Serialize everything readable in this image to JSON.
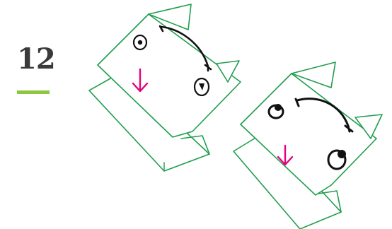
{
  "step": {
    "number": "12"
  },
  "colors": {
    "underline": "#8dc63f",
    "paper_outline": "#1f9e4d",
    "face_ink": "#111111",
    "arrow": "#e6007e"
  },
  "figures": [
    {
      "id": "before",
      "arrow_icon": "arrow-down-icon",
      "label": ""
    },
    {
      "id": "after",
      "arrow_icon": "arrow-down-icon",
      "label": ""
    }
  ]
}
